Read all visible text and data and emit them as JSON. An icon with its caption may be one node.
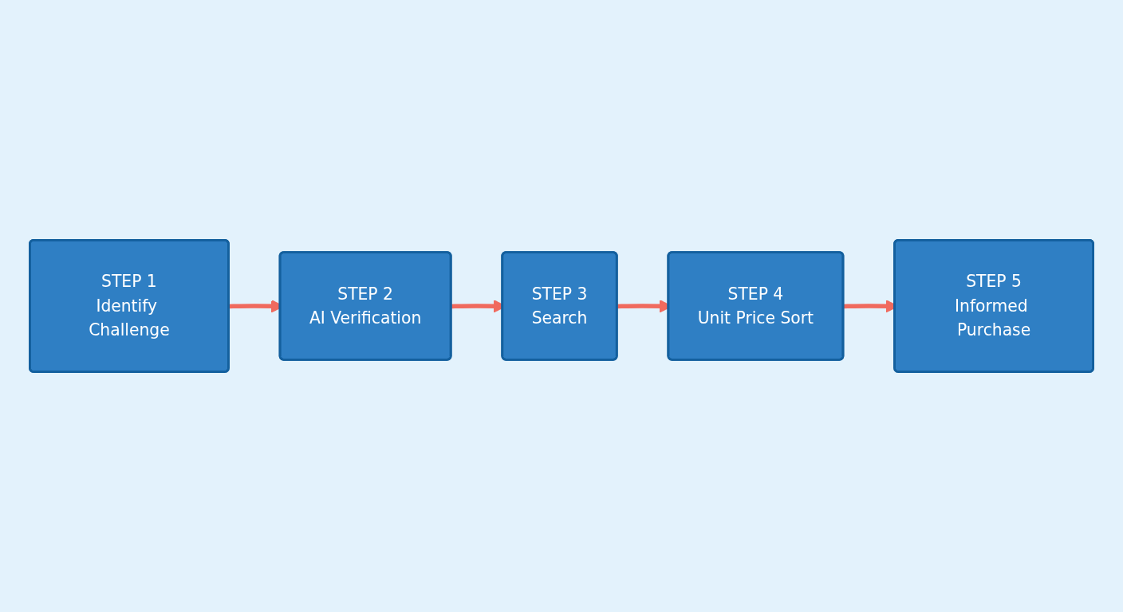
{
  "diagram": {
    "nodes": [
      {
        "text": [
          "STEP 1",
          "Identify Challenge"
        ]
      },
      {
        "text": [
          "STEP 2",
          "AI Verification"
        ]
      },
      {
        "text": [
          "STEP 3",
          "Search"
        ]
      },
      {
        "text": [
          "STEP 4",
          "Unit Price Sort"
        ]
      },
      {
        "text": [
          "STEP 5",
          "Informed Purchase"
        ]
      }
    ],
    "edges": [
      {
        "from": 0,
        "to": 1,
        "arrow": "to"
      },
      {
        "from": 1,
        "to": 2,
        "arrow": "to"
      },
      {
        "from": 2,
        "to": 3,
        "arrow": "to"
      },
      {
        "from": 3,
        "to": 4,
        "arrow": "to"
      }
    ]
  }
}
